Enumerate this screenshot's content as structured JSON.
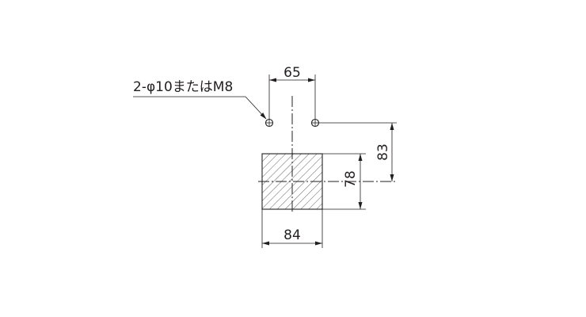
{
  "drawing": {
    "hole_note": "2-φ10またはM8",
    "dim_hole_pitch": "65",
    "dim_hole_to_center": "83",
    "dim_block_height": "78",
    "dim_block_width": "84"
  },
  "colors": {
    "line": "#231f20",
    "background": "#ffffff"
  }
}
